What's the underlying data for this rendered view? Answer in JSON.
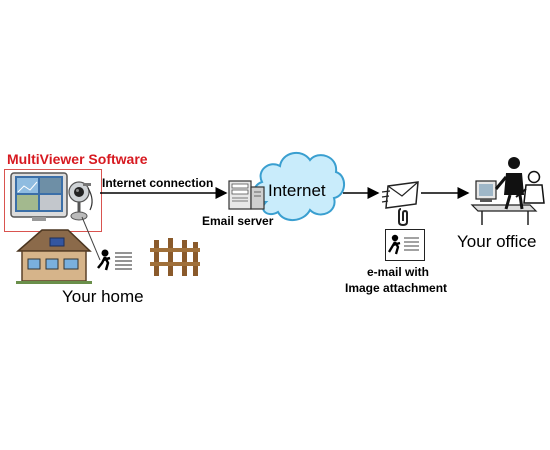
{
  "diagram": {
    "software_title": "MultiViewer Software",
    "internet_connection_label": "Internet connection",
    "internet_label": "Internet",
    "email_server_label": "Email server",
    "your_home_label": "Your home",
    "your_office_label": "Your office",
    "email_attachment_line1": "e-mail with",
    "email_attachment_line2": "Image attachment"
  },
  "colors": {
    "title_red": "#d71920",
    "cloud_fill": "#c9ecfb",
    "cloud_stroke": "#3a9fd0",
    "box_red": "#d9534f",
    "house_roof": "#8b6a4a",
    "house_wall": "#d6b48a"
  },
  "icons": [
    "monitor-icon",
    "camera-icon",
    "house-icon",
    "intruder-image-icon",
    "fence-icon",
    "server-icon",
    "cloud-icon",
    "email-envelope-icon",
    "paperclip-icon",
    "office-workers-icon"
  ]
}
